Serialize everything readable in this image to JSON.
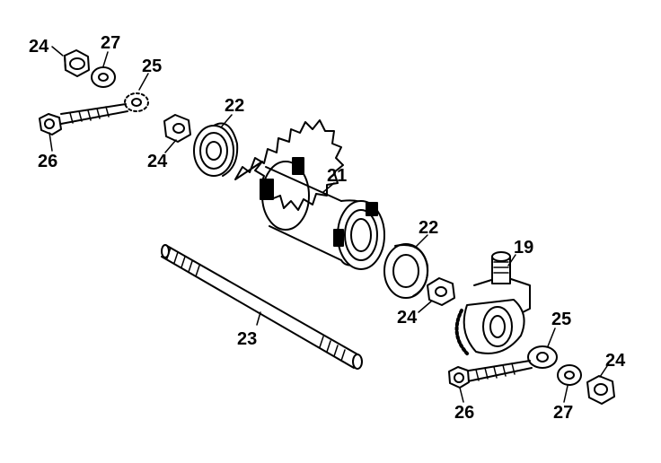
{
  "labels": {
    "l24a": "24",
    "l27a": "27",
    "l25a": "25",
    "l26a": "26",
    "l22a": "22",
    "l24b": "24",
    "l21": "21",
    "l22b": "22",
    "l19": "19",
    "l23": "23",
    "l24c": "24",
    "l25b": "25",
    "l24d": "24",
    "l26b": "26",
    "l27b": "27"
  }
}
